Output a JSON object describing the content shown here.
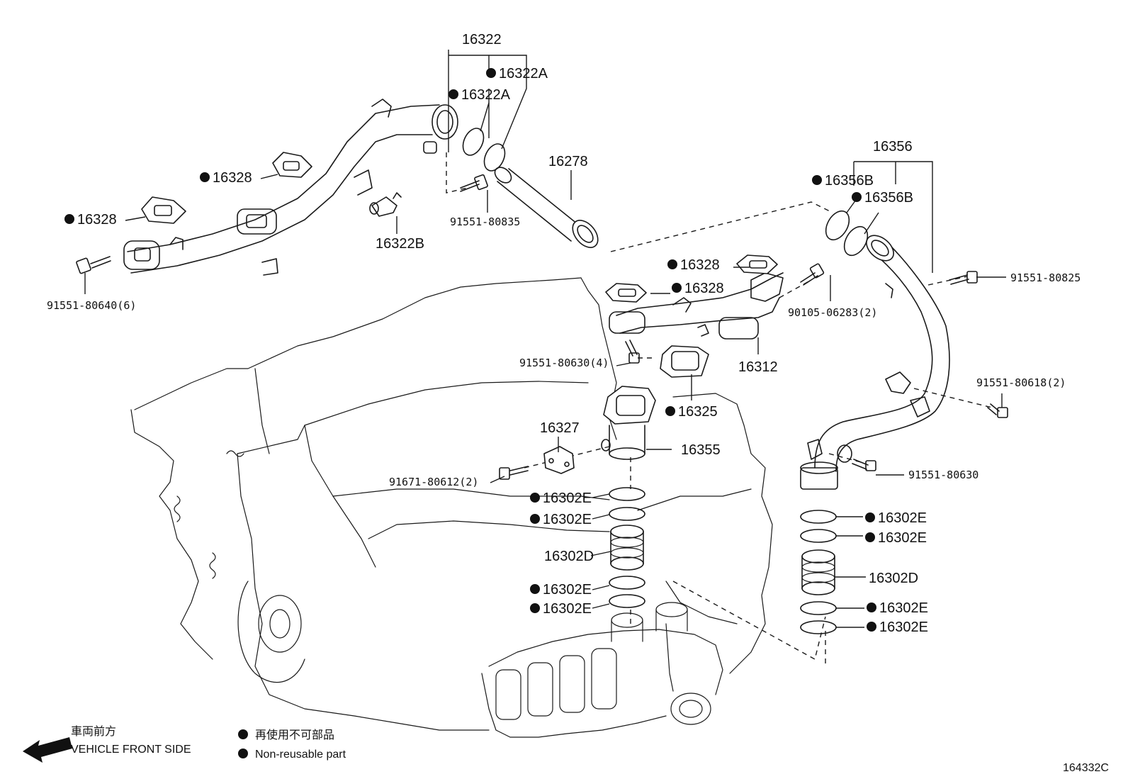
{
  "parts": {
    "p16322": "16322",
    "p16322A_1": "16322A",
    "p16322A_2": "16322A",
    "p16278": "16278",
    "p16328_1": "16328",
    "p16328_2": "16328",
    "p16328_3": "16328",
    "p16328_4": "16328",
    "p16322B": "16322B",
    "b91551_80835": "91551-80835",
    "b91551_80640": "91551-80640(6)",
    "p16356": "16356",
    "p16356B_1": "16356B",
    "p16356B_2": "16356B",
    "b91551_80825": "91551-80825",
    "b90105_06283": "90105-06283(2)",
    "p16312": "16312",
    "b91551_80630_4": "91551-80630(4)",
    "p16325": "16325",
    "b91551_80618": "91551-80618(2)",
    "p16327": "16327",
    "p16355": "16355",
    "b91671_80612": "91671-80612(2)",
    "b91551_80630": "91551-80630",
    "p16302E_L1": "16302E",
    "p16302E_L2": "16302E",
    "p16302D_L": "16302D",
    "p16302E_L3": "16302E",
    "p16302E_L4": "16302E",
    "p16302E_R1": "16302E",
    "p16302E_R2": "16302E",
    "p16302D_R": "16302D",
    "p16302E_R3": "16302E",
    "p16302E_R4": "16302E"
  },
  "legend": {
    "front_jp": "車両前方",
    "front_en": "VEHICLE FRONT SIDE",
    "nonreuse_jp": "再使用不可部品",
    "nonreuse_en": "Non-reusable part"
  },
  "diagram_id": "164332C",
  "icons": {
    "non_reusable_marker": "filled-circle-icon",
    "front_arrow": "arrow-left-icon"
  }
}
